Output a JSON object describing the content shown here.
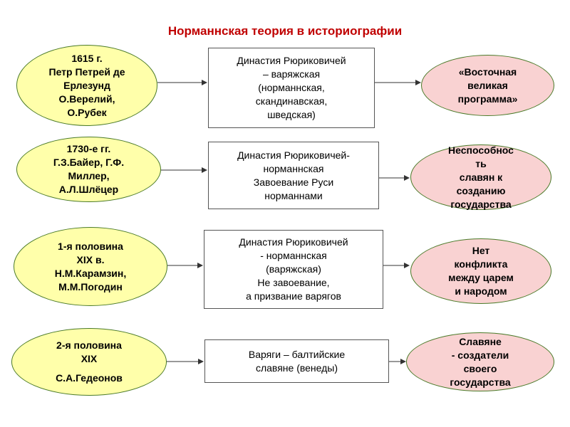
{
  "title": "Норманнская теория в историографии",
  "rows": [
    {
      "left": [
        "1615 г.",
        "Петр Петрей де",
        "Ерлезунд",
        "О.Верелий,",
        "О.Рубек"
      ],
      "middle": [
        "Династия Рюриковичей",
        "– варяжская",
        "(норманнская,",
        "скандинавская,",
        "шведская)"
      ],
      "right": [
        "«Восточная",
        "великая",
        "программа»"
      ]
    },
    {
      "left": [
        "1730-е гг.",
        "Г.З.Байер, Г.Ф.",
        "Миллер,",
        "А.Л.Шлёцер"
      ],
      "middle": [
        "Династия Рюриковичей-",
        "норманнская",
        "Завоевание Руси",
        "норманнами"
      ],
      "right": [
        "Неспособнос",
        "ть",
        "славян к",
        "созданию",
        "государства"
      ]
    },
    {
      "left": [
        "1-я половина",
        "XIX в.",
        "Н.М.Карамзин,",
        "М.М.Погодин"
      ],
      "middle": [
        "Династия Рюриковичей",
        "- норманнская",
        "(варяжская)",
        "Не завоевание,",
        "а призвание варягов"
      ],
      "right": [
        "Нет",
        "конфликта",
        "между царем",
        "и народом"
      ]
    },
    {
      "left": [
        "2-я половина",
        "XIX",
        "",
        "С.А.Гедеонов"
      ],
      "middle": [
        "Варяги – балтийские",
        "славяне (венеды)"
      ],
      "right": [
        "Славяне",
        "- создатели",
        "своего",
        "государства"
      ]
    }
  ]
}
